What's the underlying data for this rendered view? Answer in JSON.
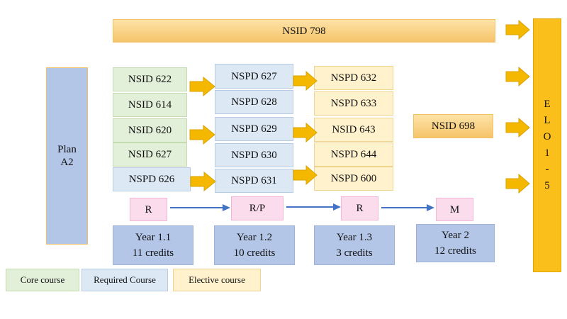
{
  "top_bar": "NSID 798",
  "plan": [
    "Plan",
    "A2"
  ],
  "col1": [
    "NSID 622",
    "NSID 614",
    "NSID 620",
    "NSID 627",
    "NSPD 626"
  ],
  "col2": [
    "NSPD 627",
    "NSPD 628",
    "NSPD 629",
    "NSPD 630",
    "NSPD 631"
  ],
  "col3": [
    "NSPD  632",
    "NSPD  633",
    "NSID  643",
    "NSPD  644",
    "NSPD  600"
  ],
  "side_course": "NSID 698",
  "levels": [
    "R",
    "R/P",
    "R",
    "M"
  ],
  "years": [
    {
      "title": "Year 1.1",
      "credits": "11 credits"
    },
    {
      "title": "Year 1.2",
      "credits": "10 credits"
    },
    {
      "title": "Year 1.3",
      "credits": "3 credits"
    },
    {
      "title": "Year 2",
      "credits": "12 credits"
    }
  ],
  "elo": [
    "E",
    "L",
    "O",
    "1",
    "-",
    "5"
  ],
  "legend": [
    "Core course",
    "Required Course",
    "Elective course"
  ],
  "colors": {
    "core": "#e2efd9",
    "required": "#dde8f5",
    "elective": "#fff2cc",
    "elo": "#fbbf1c",
    "arrow": "#f5b800",
    "flow_arrow": "#4472c4"
  }
}
